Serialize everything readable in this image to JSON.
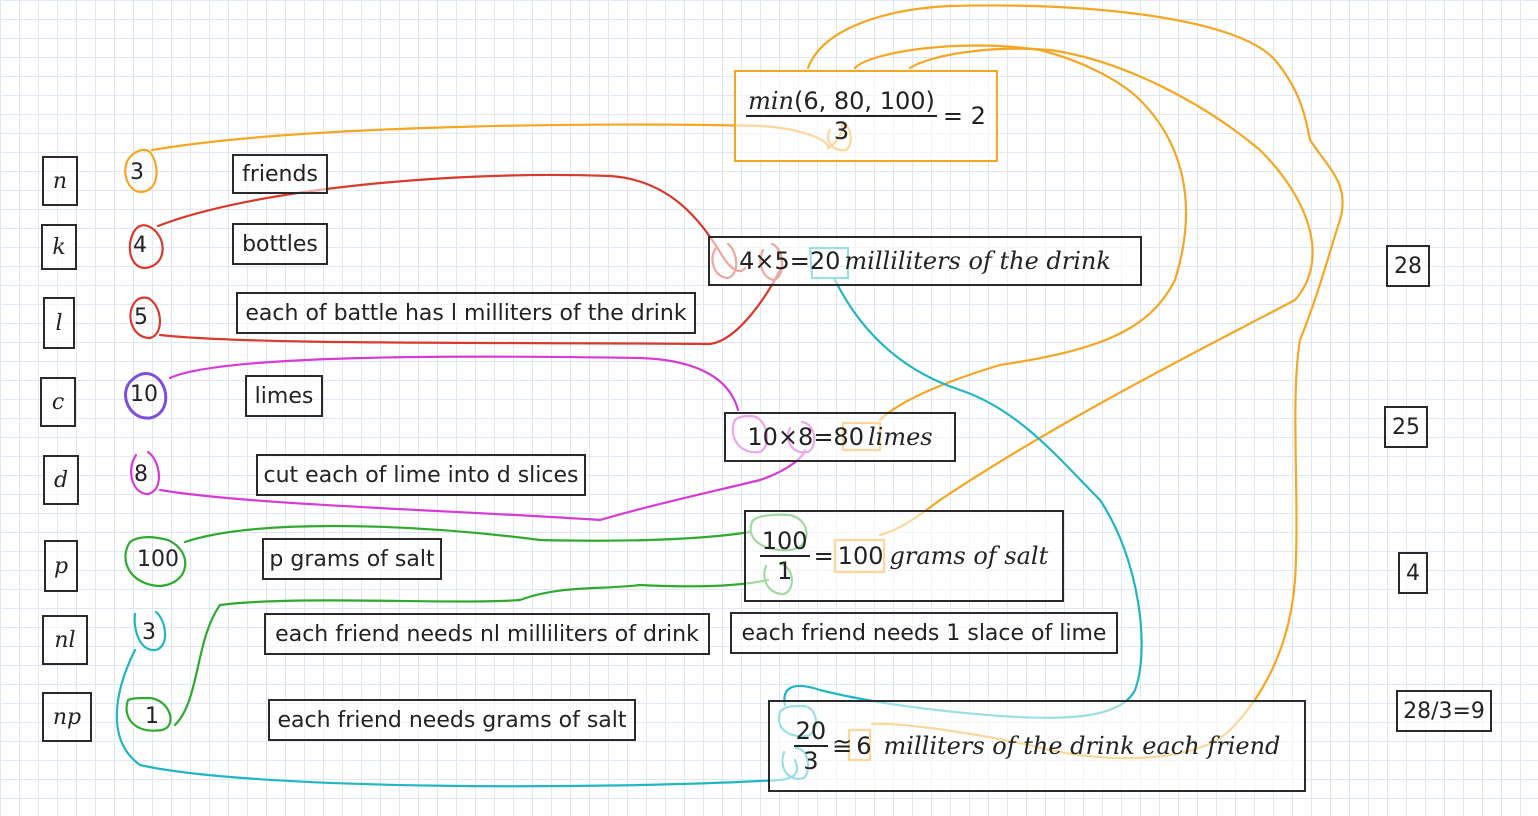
{
  "variables": [
    {
      "symbol": "n",
      "value": "3",
      "desc": "friends"
    },
    {
      "symbol": "k",
      "value": "4",
      "desc": "bottles"
    },
    {
      "symbol": "l",
      "value": "5",
      "desc": "each of battle has l milliters of the drink"
    },
    {
      "symbol": "c",
      "value": "10",
      "desc": "limes"
    },
    {
      "symbol": "d",
      "value": "8",
      "desc": "cut each of lime into d slices"
    },
    {
      "symbol": "p",
      "value": "100",
      "desc": "p grams of salt"
    },
    {
      "symbol": "nl",
      "value": "3",
      "desc": "each friend needs nl milliliters of drink"
    },
    {
      "symbol": "np",
      "value": "1",
      "desc": "each friend needs grams of salt"
    }
  ],
  "extra_note": "each friend needs  1 slace of lime",
  "equations": {
    "min_expr": {
      "func": "min",
      "args": "(6, 80, 100)",
      "den": "3",
      "result": "= 2"
    },
    "drink": {
      "a": "4",
      "op": "×",
      "b": "5",
      "eq": "=",
      "result": "20",
      "unit": "milliliters of the drink"
    },
    "limes": {
      "a": "10",
      "op": "×",
      "b": "8",
      "eq": "=",
      "result": "80",
      "unit": "limes"
    },
    "salt": {
      "num": "100",
      "den": "1",
      "eq": "=",
      "result": "100",
      "unit": "grams of salt"
    },
    "per_friend": {
      "num": "20",
      "den": "3",
      "approx": "≅",
      "result": "6",
      "unit": "milliters of the drink each friend"
    }
  },
  "side_values": [
    "28",
    "25",
    "4",
    "28/3=9"
  ],
  "colors": {
    "orange": "#f5a623",
    "red": "#d83a2e",
    "magenta": "#d63bd6",
    "purple": "#7b4fe0",
    "green": "#2faa2f",
    "cyan": "#22b5c4"
  }
}
